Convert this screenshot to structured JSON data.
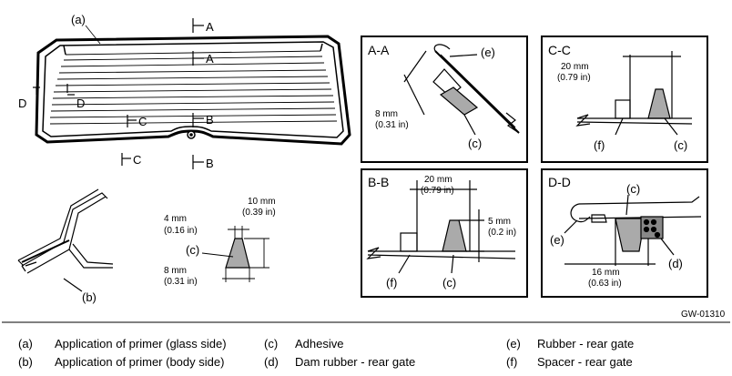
{
  "figure_id": "GW-01310",
  "callouts": {
    "a": "(a)",
    "b": "(b)",
    "c": "(c)",
    "d": "(d)",
    "e": "(e)",
    "f": "(f)"
  },
  "section_marks": {
    "A": "A",
    "B": "B",
    "C": "C",
    "D": "D"
  },
  "sections": {
    "aa": {
      "title": "A-A",
      "dim": "8 mm",
      "dim_in": "(0.31 in)"
    },
    "bb": {
      "title": "B-B",
      "dim_w": "20 mm",
      "dim_w_in": "(0.79 in)",
      "dim_h": "5 mm",
      "dim_h_in": "(0.2 in)"
    },
    "cc": {
      "title": "C-C",
      "dim": "20 mm",
      "dim_in": "(0.79 in)"
    },
    "dd": {
      "title": "D-D",
      "dim": "16 mm",
      "dim_in": "(0.63 in)"
    }
  },
  "bead_profile": {
    "top_w": "4 mm",
    "top_w_in": "(0.16 in)",
    "height": "10 mm",
    "height_in": "(0.39 in)",
    "base_w": "8 mm",
    "base_w_in": "(0.31 in)"
  },
  "legend": [
    {
      "key": "(a)",
      "text": "Application of primer (glass side)"
    },
    {
      "key": "(b)",
      "text": "Application of primer (body side)"
    },
    {
      "key": "(c)",
      "text": "Adhesive"
    },
    {
      "key": "(d)",
      "text": "Dam rubber - rear gate"
    },
    {
      "key": "(e)",
      "text": "Rubber - rear gate"
    },
    {
      "key": "(f)",
      "text": "Spacer - rear gate"
    }
  ]
}
